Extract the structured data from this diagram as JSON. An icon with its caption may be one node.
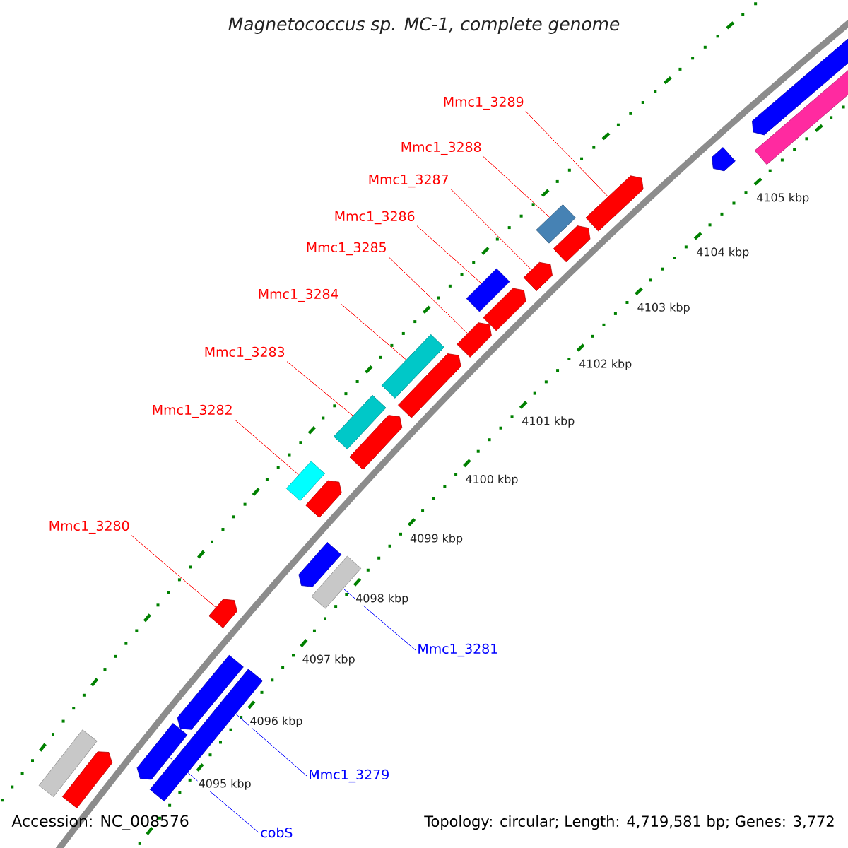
{
  "diagram": {
    "title": "Magnetococcus sp. MC-1, complete genome",
    "nodes": [
      {
        "text": [
          "Mmc1_3289"
        ]
      },
      {
        "text": [
          "Mmc1_3288"
        ]
      },
      {
        "text": [
          "Mmc1_3287"
        ]
      },
      {
        "text": [
          "Mmc1_3286"
        ]
      },
      {
        "text": [
          "Mmc1_3285"
        ]
      },
      {
        "text": [
          "Mmc1_3284"
        ]
      },
      {
        "text": [
          "Mmc1_3283"
        ]
      },
      {
        "text": [
          "Mmc1_3282"
        ]
      },
      {
        "text": [
          "Mmc1_3280"
        ]
      },
      {
        "text": [
          "Mmc1_3281"
        ]
      },
      {
        "text": [
          "Mmc1_3279"
        ]
      },
      {
        "text": [
          "cobS"
        ]
      },
      {
        "text": [],
        "shape": "arrow"
      },
      {
        "text": [],
        "shape": "arrow"
      },
      {
        "text": [],
        "shape": "box"
      },
      {
        "text": [],
        "shape": "arrow"
      },
      {
        "text": [],
        "shape": "arrow"
      },
      {
        "text": [],
        "shape": "box"
      },
      {
        "text": [],
        "shape": "arrow"
      },
      {
        "text": [],
        "shape": "arrow"
      },
      {
        "text": [],
        "shape": "box"
      },
      {
        "text": [],
        "shape": "arrow"
      },
      {
        "text": [],
        "shape": "arrow"
      },
      {
        "text": [],
        "shape": "box"
      },
      {
        "text": [],
        "shape": "arrow"
      },
      {
        "text": [],
        "shape": "box"
      },
      {
        "text": [],
        "shape": "arrow"
      },
      {
        "text": [],
        "shape": "box"
      },
      {
        "text": [],
        "shape": "arrow"
      },
      {
        "text": [],
        "shape": "arrow"
      },
      {
        "text": [],
        "shape": "box"
      },
      {
        "text": [],
        "shape": "arrow"
      },
      {
        "text": [],
        "shape": "arrow"
      },
      {
        "text": [],
        "shape": "box"
      },
      {
        "text": [],
        "shape": "arrow"
      },
      {
        "text": [],
        "shape": "box"
      },
      {
        "text": [],
        "shape": "arrow"
      }
    ],
    "edges": [
      {
        "from": 0,
        "to": 16,
        "arrow": "none"
      },
      {
        "from": 1,
        "to": 17,
        "arrow": "none"
      },
      {
        "from": 2,
        "to": 19,
        "arrow": "none"
      },
      {
        "from": 3,
        "to": 20,
        "arrow": "none"
      },
      {
        "from": 4,
        "to": 22,
        "arrow": "none"
      },
      {
        "from": 5,
        "to": 23,
        "arrow": "none"
      },
      {
        "from": 6,
        "to": 25,
        "arrow": "none"
      },
      {
        "from": 7,
        "to": 27,
        "arrow": "none"
      },
      {
        "from": 8,
        "to": 31,
        "arrow": "none"
      },
      {
        "from": 9,
        "to": 30,
        "arrow": "none",
        "color": "#0000ff"
      },
      {
        "from": 10,
        "to": 33,
        "arrow": "none",
        "color": "#0000ff"
      },
      {
        "from": 11,
        "to": 34,
        "arrow": "none",
        "color": "#0000ff"
      }
    ],
    "labels": [
      "4105 kbp",
      "4104 kbp",
      "4103 kbp",
      "4102 kbp",
      "4101 kbp",
      "4100 kbp",
      "4099 kbp",
      "4098 kbp",
      "4097 kbp",
      "4096 kbp",
      "4095 kbp",
      "Accession: NC_008576",
      "Topology: circular; Length: 4,719,581 bp; Genes: 3,772"
    ]
  }
}
